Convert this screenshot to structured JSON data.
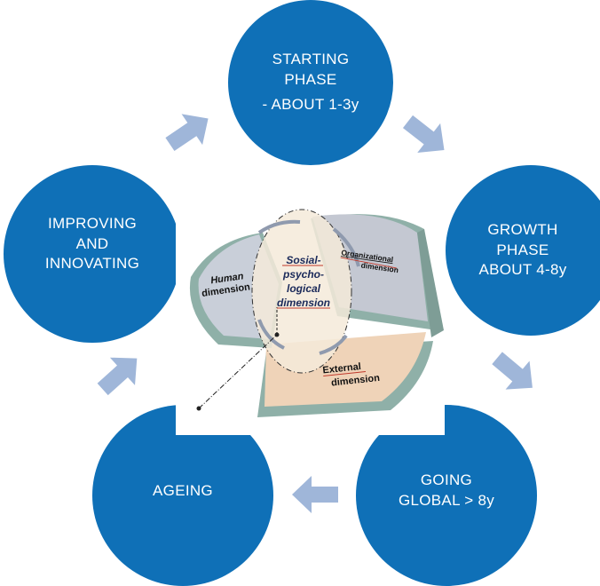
{
  "phases": {
    "starting": {
      "line1": "STARTING",
      "line2": "PHASE",
      "line3": "- ABOUT 1-3y"
    },
    "growth": {
      "line1": "GROWTH",
      "line2": "PHASE",
      "line3": "ABOUT  4-8y"
    },
    "global": {
      "line1": "GOING",
      "line2": "GLOBAL > 8y"
    },
    "ageing": {
      "line1": "AGEING"
    },
    "improving": {
      "line1": "IMPROVING",
      "line2": "AND",
      "line3": "INNOVATING"
    }
  },
  "center": {
    "human": {
      "line1": "Human",
      "line2": "dimension"
    },
    "organizational": {
      "line1": "Organizational",
      "line2": "dimension"
    },
    "social": {
      "line1": "Sosial-",
      "line2": "psycho-",
      "line3": "logical",
      "line4": "dimension"
    },
    "external": {
      "line1": "External",
      "line2": "dimension"
    }
  },
  "colors": {
    "circle": "#0f70b7",
    "arrow": "#9fb6d9",
    "human_segment": "#c9cfd9",
    "organizational_segment": "#c4c8d2",
    "external_segment": "#efd3b8",
    "rim": "#8fb0a8"
  }
}
